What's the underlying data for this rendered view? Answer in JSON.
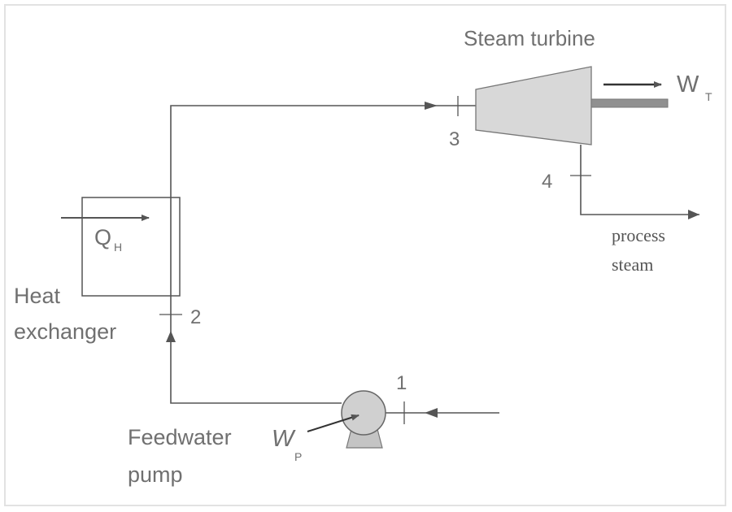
{
  "labels": {
    "steam_turbine": "Steam turbine",
    "work_turbine_main": "W",
    "work_turbine_sub": "T",
    "heat_main": "Q",
    "heat_sub": "H",
    "heat_exchanger_line1": "Heat",
    "heat_exchanger_line2": "exchanger",
    "pump_line1": "Feedwater",
    "pump_line2": "pump",
    "work_pump_main": "W",
    "work_pump_sub": "P",
    "process_line1": "process",
    "process_line2": "steam"
  },
  "states": {
    "s1": "1",
    "s2": "2",
    "s3": "3",
    "s4": "4"
  },
  "colors": {
    "frame": "#e2e2e2",
    "line": "#555555",
    "turbine_fill": "#d8d8d8",
    "pump_fill": "#d0d0d0",
    "label": "#707070"
  }
}
